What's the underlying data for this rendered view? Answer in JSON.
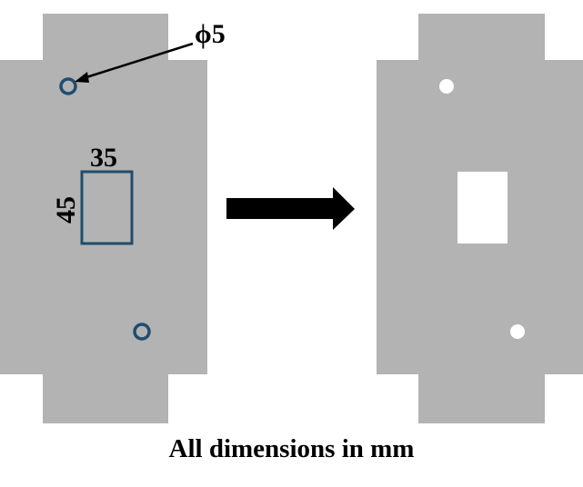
{
  "labels": {
    "hole_diameter": "ϕ5",
    "rect_width": "35",
    "rect_height": "45",
    "caption": "All dimensions in mm"
  },
  "colors": {
    "plate": "#b3b3b3",
    "outline": "#1f4e6e",
    "cutout": "#ffffff",
    "arrow": "#000000"
  }
}
